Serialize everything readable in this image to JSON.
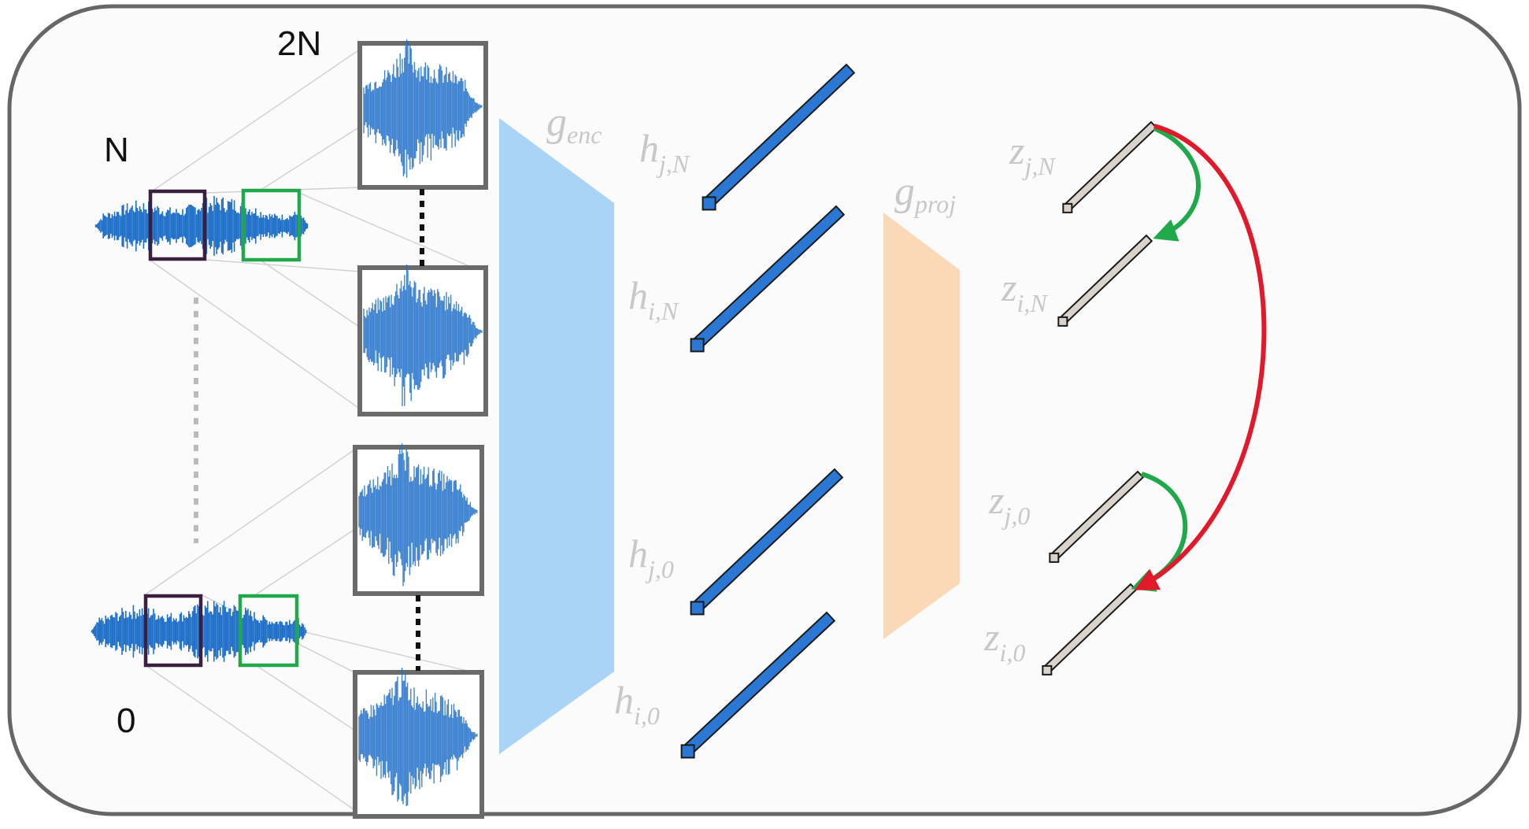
{
  "labels": {
    "two_n": "2N",
    "n": "N",
    "zero": "0",
    "g_enc": {
      "base": "g",
      "sub": "enc"
    },
    "g_proj": {
      "base": "g",
      "sub": "proj"
    },
    "h_jN": {
      "base": "h",
      "sub": "j,N"
    },
    "h_iN": {
      "base": "h",
      "sub": "i,N"
    },
    "h_j0": {
      "base": "h",
      "sub": "j,0"
    },
    "h_i0": {
      "base": "h",
      "sub": "i,0"
    },
    "z_jN": {
      "base": "z",
      "sub": "j,N"
    },
    "z_iN": {
      "base": "z",
      "sub": "i,N"
    },
    "z_j0": {
      "base": "z",
      "sub": "j,0"
    },
    "z_i0": {
      "base": "z",
      "sub": "i,0"
    }
  },
  "colors": {
    "frame": "#666666",
    "waveform": "#1f6fc9",
    "crop_anchor": "#3b1f3f",
    "crop_positive": "#1fa94a",
    "encoder": "#a9d4f7",
    "projector": "#f9d9b8",
    "embedding_h": "#2a78d4",
    "embedding_z": "#d9d3cc",
    "arrow_positive": "#1fa94a",
    "arrow_negative": "#e0192b",
    "faded_label": "#c8c8c8"
  }
}
